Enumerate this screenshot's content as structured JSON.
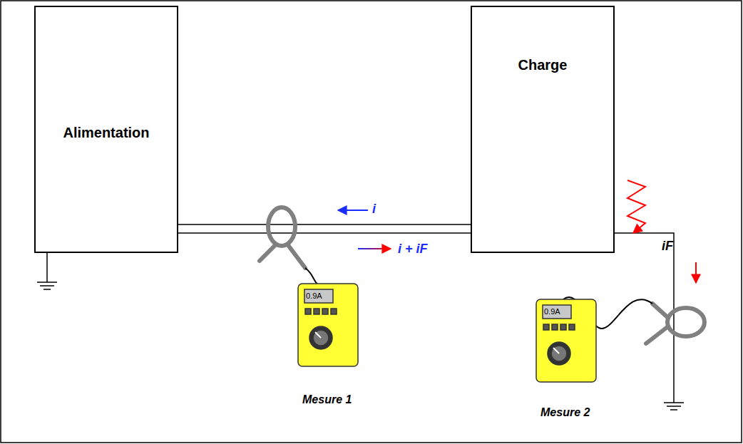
{
  "diagram": {
    "nodes": [
      {
        "text": [
          "Alimentation"
        ]
      },
      {
        "text": [
          "Charge"
        ]
      }
    ],
    "edges": [
      {
        "from": 0,
        "to": 1,
        "label": "i",
        "arrow": "none"
      },
      {
        "from": 0,
        "to": 1,
        "label": "i + iF",
        "arrow": "none"
      }
    ],
    "labels": [
      "iF",
      "0.9A",
      "Mesure 1",
      "0.9A",
      "Mesure 2"
    ]
  }
}
